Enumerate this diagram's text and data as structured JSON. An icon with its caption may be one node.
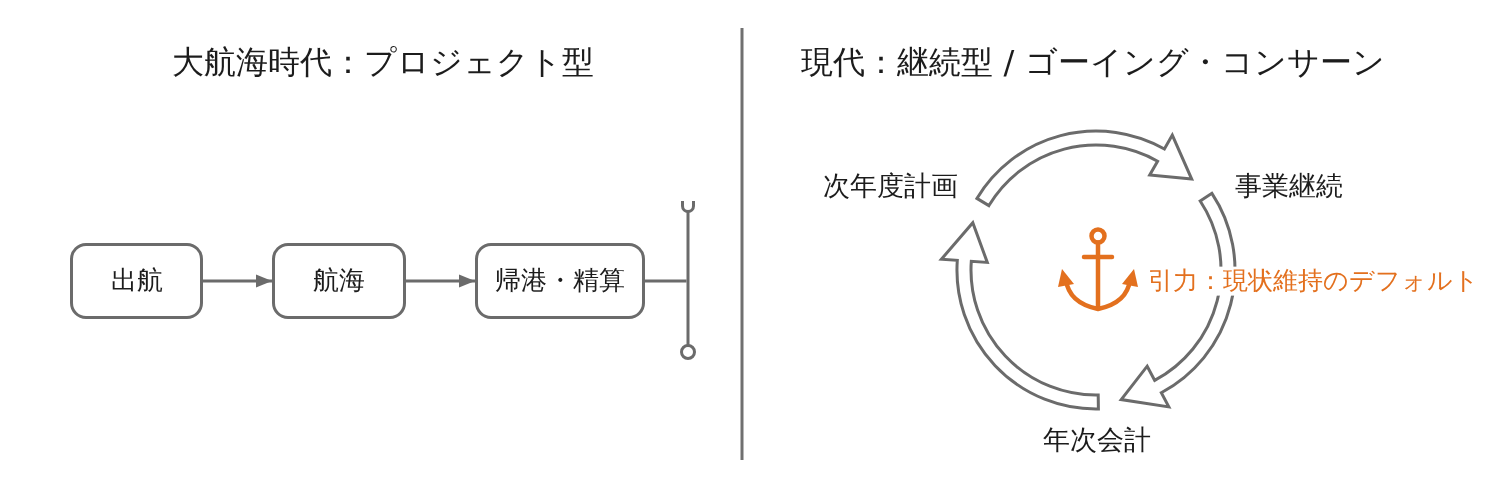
{
  "diagram": {
    "nodes": [
      {
        "text": [
          "出航"
        ]
      },
      {
        "text": [
          "航海"
        ]
      },
      {
        "text": [
          "帰港・精算"
        ]
      },
      {
        "text": [],
        "shape": "bar"
      },
      {
        "text": [
          "次年度計画"
        ]
      },
      {
        "text": [
          "事業継続"
        ]
      },
      {
        "text": [
          "年次会計"
        ]
      }
    ],
    "edges": [
      {
        "from": 0,
        "to": 1,
        "arrow": "to"
      },
      {
        "from": 1,
        "to": 2,
        "arrow": "to"
      },
      {
        "from": 2,
        "to": 3,
        "arrow": "none"
      },
      {
        "from": 4,
        "to": 5,
        "arrow": "to",
        "style": "thick"
      },
      {
        "from": 5,
        "to": 6,
        "arrow": "to",
        "style": "thick"
      },
      {
        "from": 6,
        "to": 4,
        "arrow": "to",
        "style": "thick"
      }
    ],
    "labels": [
      "大航海時代：プロジェクト型",
      "現代：継続型 / ゴーイング・コンサーン",
      "引力：現状維持のデフォルト"
    ]
  }
}
